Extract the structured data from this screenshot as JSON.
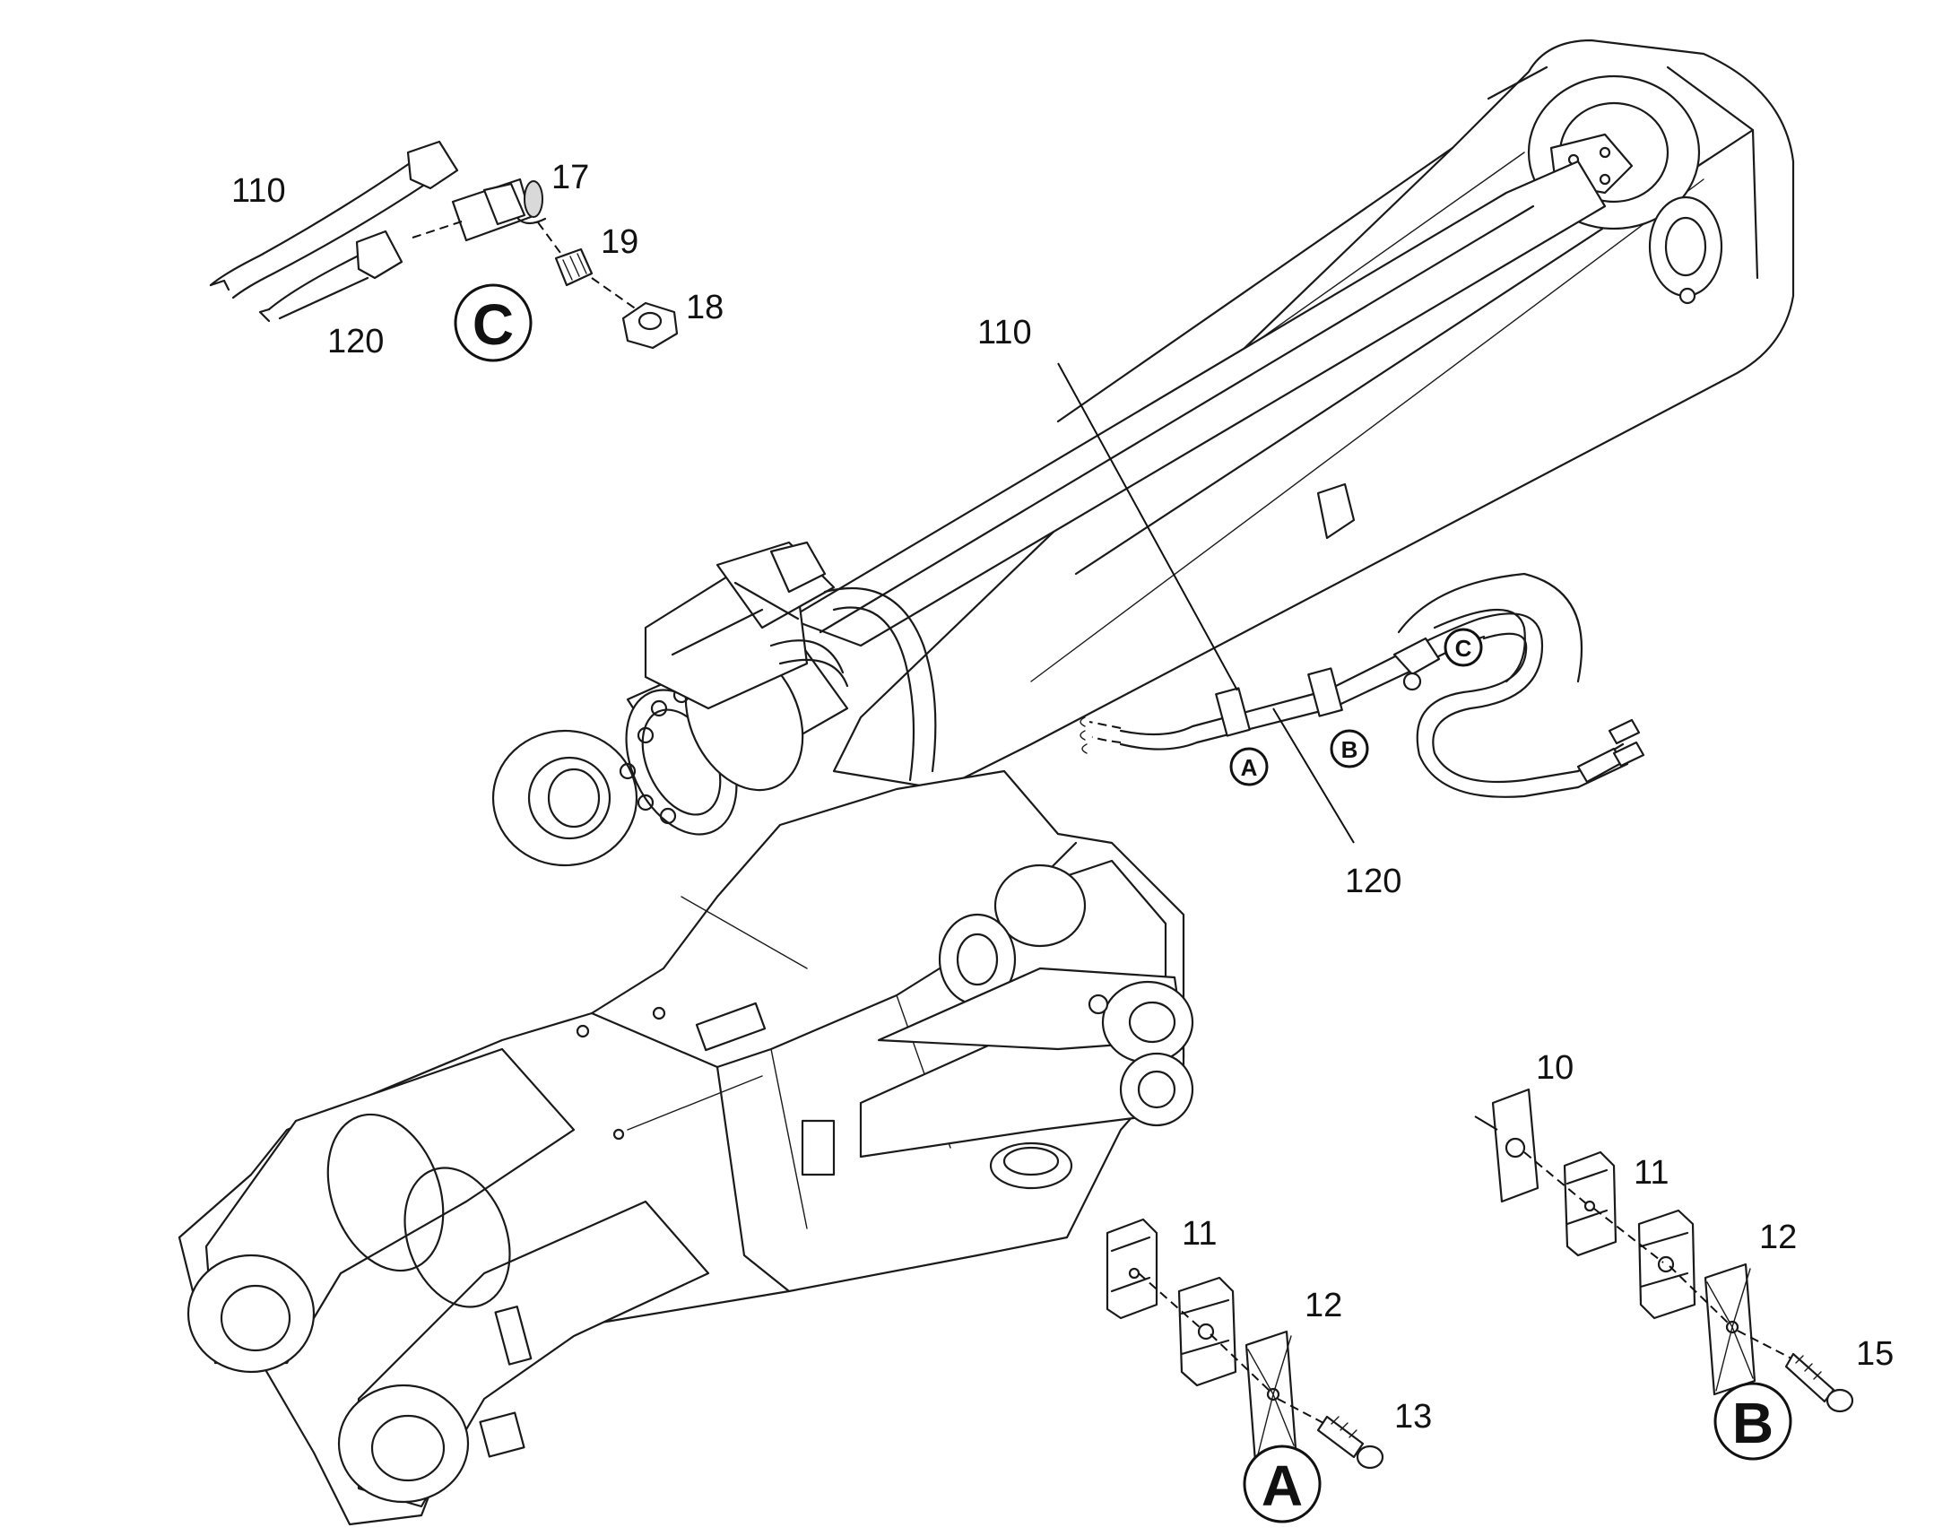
{
  "callouts": {
    "c110_detail": "110",
    "c120_detail": "120",
    "c17": "17",
    "c18": "18",
    "c19": "19",
    "c110_main": "110",
    "c120_main": "120",
    "c10": "10",
    "c11_a": "11",
    "c12_a": "12",
    "c13": "13",
    "c11_b": "11",
    "c12_b": "12",
    "c15": "15"
  },
  "detail_labels": {
    "detail_c_big": "C",
    "detail_a_big": "A",
    "detail_b_big": "B",
    "detail_a_small": "A",
    "detail_b_small": "B",
    "detail_c_small": "C"
  }
}
